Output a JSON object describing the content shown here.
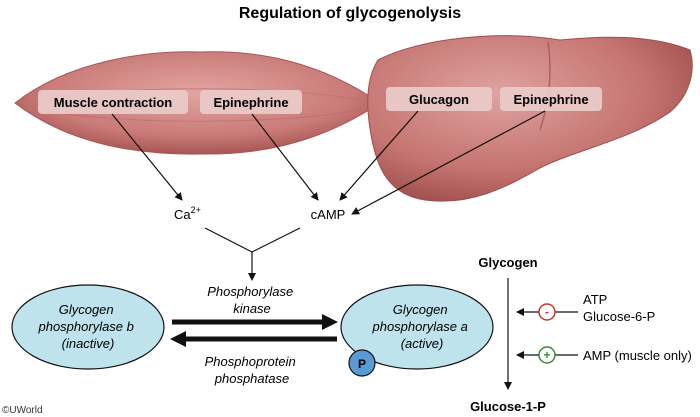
{
  "title": "Regulation of glycogenolysis",
  "muscle": {
    "labels": [
      "Muscle contraction",
      "Epinephrine"
    ]
  },
  "liver": {
    "labels": [
      "Glucagon",
      "Epinephrine"
    ]
  },
  "messengers": {
    "calcium": "Ca",
    "calcium_sup": "2+",
    "camp": "cAMP"
  },
  "kinase": [
    "Phosphorylase",
    "kinase"
  ],
  "phosphatase": [
    "Phosphoprotein",
    "phosphatase"
  ],
  "enzyme_b": [
    "Glycogen",
    "phosphorylase b",
    "(inactive)"
  ],
  "enzyme_a": [
    "Glycogen",
    "phosphorylase a",
    "(active)"
  ],
  "phosphate_badge": "P",
  "pathway": {
    "top": "Glycogen",
    "bottom": "Glucose-1-P"
  },
  "inhibitors": {
    "sign": "-",
    "items": [
      "ATP",
      "Glucose-6-P"
    ]
  },
  "activators": {
    "sign": "+",
    "items": [
      "AMP (muscle only)"
    ]
  },
  "credit": "©UWorld",
  "colors": {
    "tissue": "#c97b78",
    "tissue_dark": "#a85654",
    "label_box": "#e9c9c7",
    "enzyme_fill": "#bfe3ec",
    "badge_fill": "#5b9bd5",
    "inhibit_ring": "#c0392b",
    "activate_ring": "#3a8a3a"
  }
}
